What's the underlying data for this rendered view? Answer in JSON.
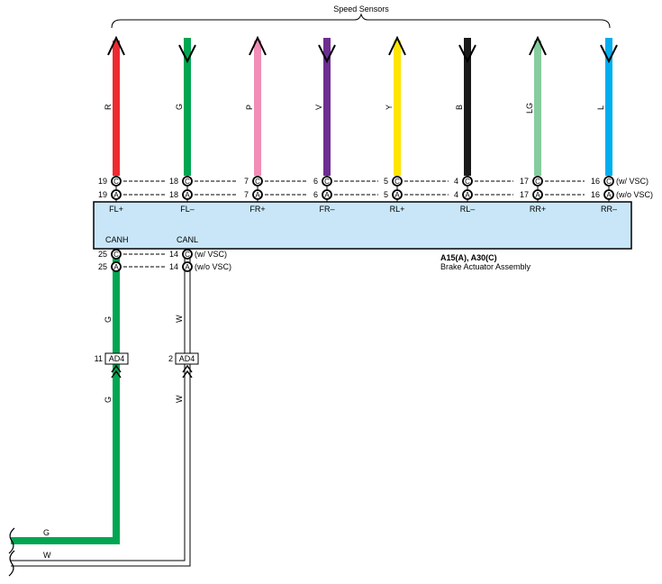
{
  "header": {
    "title": "Speed Sensors"
  },
  "sensor_wires": [
    {
      "color_code": "R",
      "color": "#ee2a31",
      "pin_c": "19",
      "pin_a": "19",
      "terminal": "FL+",
      "arrow": "up"
    },
    {
      "color_code": "G",
      "color": "#00a651",
      "pin_c": "18",
      "pin_a": "18",
      "terminal": "FL–",
      "arrow": "down"
    },
    {
      "color_code": "P",
      "color": "#f18db7",
      "pin_c": "7",
      "pin_a": "7",
      "terminal": "FR+",
      "arrow": "up"
    },
    {
      "color_code": "V",
      "color": "#6d2d91",
      "pin_c": "6",
      "pin_a": "6",
      "terminal": "FR–",
      "arrow": "down"
    },
    {
      "color_code": "Y",
      "color": "#ffe500",
      "pin_c": "5",
      "pin_a": "5",
      "terminal": "RL+",
      "arrow": "up"
    },
    {
      "color_code": "B",
      "color": "#1a1a1a",
      "pin_c": "4",
      "pin_a": "4",
      "terminal": "RL–",
      "arrow": "down"
    },
    {
      "color_code": "LG",
      "color": "#86cc9e",
      "pin_c": "17",
      "pin_a": "17",
      "terminal": "RR+",
      "arrow": "up"
    },
    {
      "color_code": "L",
      "color": "#00aeef",
      "pin_c": "16",
      "pin_a": "16",
      "terminal": "RR–",
      "arrow": "down"
    }
  ],
  "connector_letters": {
    "c": "C",
    "a": "A"
  },
  "variant_labels": {
    "with_vsc": "(w/ VSC)",
    "without_vsc": "(w/o VSC)"
  },
  "assembly": {
    "fill": "#c8e6f7",
    "code": "A15(A), A30(C)",
    "name": "Brake Actuator Assembly",
    "can_terminals": [
      {
        "terminal": "CANH",
        "pin_c": "25",
        "pin_a": "25",
        "wire_color_code": "G",
        "wire_color": "#00a651",
        "junction_pin": "11",
        "junction": "AD4"
      },
      {
        "terminal": "CANL",
        "pin_c": "14",
        "pin_a": "14",
        "wire_color_code": "W",
        "wire_color": "#ffffff",
        "junction_pin": "2",
        "junction": "AD4"
      }
    ]
  },
  "bus": {
    "upper_label": "G",
    "lower_label": "W"
  }
}
